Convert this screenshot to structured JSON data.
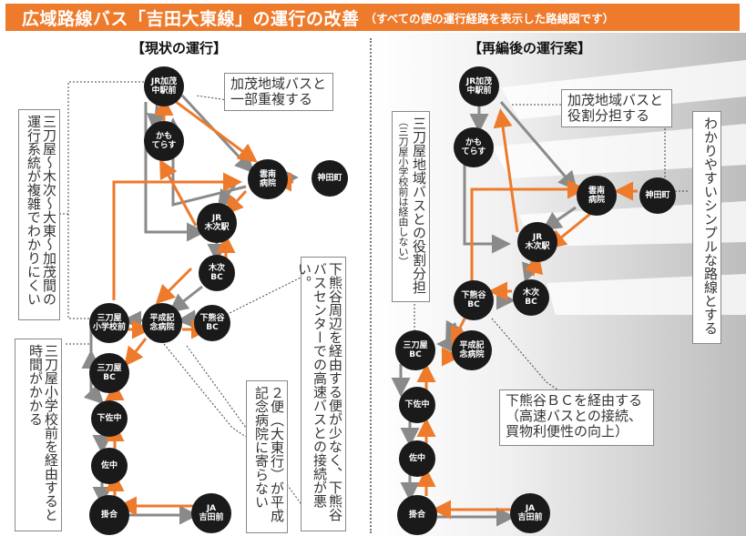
{
  "title": {
    "main": "広域路線バス「吉田大東線」の運行の改善",
    "sub": "（すべての便の運行経路を表示した路線図です）"
  },
  "panels": {
    "left_label": "【現状の運行】",
    "right_label": "【再編後の運行案】"
  },
  "stations": {
    "jr_kamo": "JR加茂\n中駅前",
    "kamo_terasu": "かも\nてらす",
    "unnan_hospital": "雲南\n病院",
    "kandacho": "神田町",
    "jr_kisuki": "JR\n木次駅",
    "kisuki_bc": "木次\nBC",
    "shimokumaya_bc": "下熊谷\nBC",
    "heisei_hospital": "平成記\n念病院",
    "mitoya_school": "三刀屋\n小学校前",
    "mitoya_bc": "三刀屋\nBC",
    "shimosanaka": "下佐中",
    "sanaka": "佐中",
    "kakeai": "掛合",
    "ja_yoshida": "JA\n吉田前"
  },
  "notes": {
    "left_overlap": "加茂地域バスと\n一部重複する",
    "left_complex": "三刀屋〜木次〜大東〜加茂間の運行系統が複雑でわかりにくい",
    "left_time": "三刀屋小学校前を経由すると時間がかかる",
    "left_daito": "２便（大東行）が平成記念病院に寄らない",
    "left_shimokumaya": "下熊谷周辺を経由する便が少なく、下熊谷バスセンターでの高速バスとの接続が悪い。",
    "right_role_v": "三刀屋地域バスとの役割分担",
    "right_role_v_sub": "（三刀屋小学校前は経由しない）",
    "right_share": "加茂地域バスと\n役割分担する",
    "right_simple": "わかりやすいシンプルな路線とする",
    "right_bc": "下熊谷ＢＣを経由する\n（高速バスとの接続、\n買物利便性の向上）"
  },
  "colors": {
    "accent_orange": "#ee7a2b",
    "route_gray": "#8a8a8a",
    "station_black": "#1a1a1a"
  }
}
